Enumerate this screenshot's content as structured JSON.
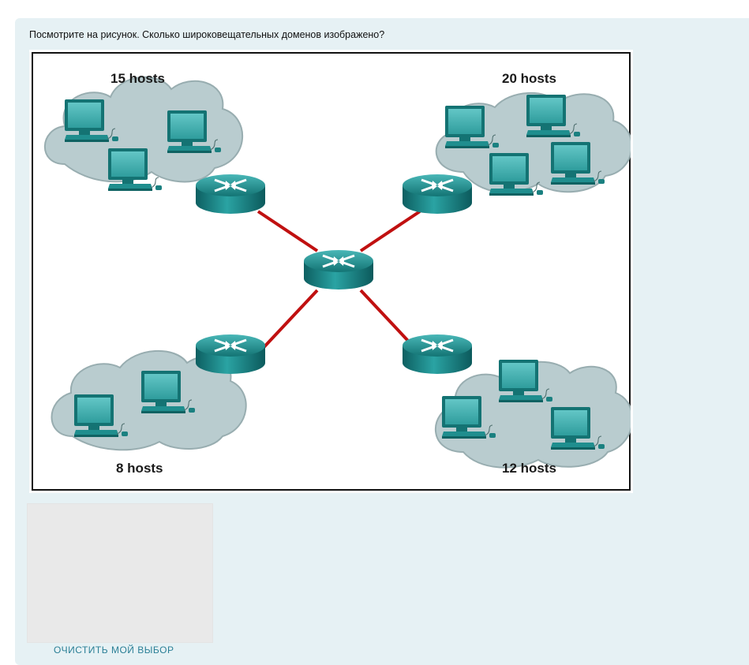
{
  "question": {
    "text": "Посмотрите на рисунок. Сколько широковещательных доменов изображено?"
  },
  "figure": {
    "labels": {
      "top_left": "15 hosts",
      "top_right": "20 hosts",
      "bottom_left": "8 hosts",
      "bottom_right": "12 hosts"
    },
    "colors": {
      "cloud": "#b9cccf",
      "router": "#1f8a8a",
      "link": "#c01010",
      "computer": "#2a9c9c"
    }
  },
  "answer": {
    "clear_label": "ОЧИСТИТЬ МОЙ ВЫБОР"
  }
}
